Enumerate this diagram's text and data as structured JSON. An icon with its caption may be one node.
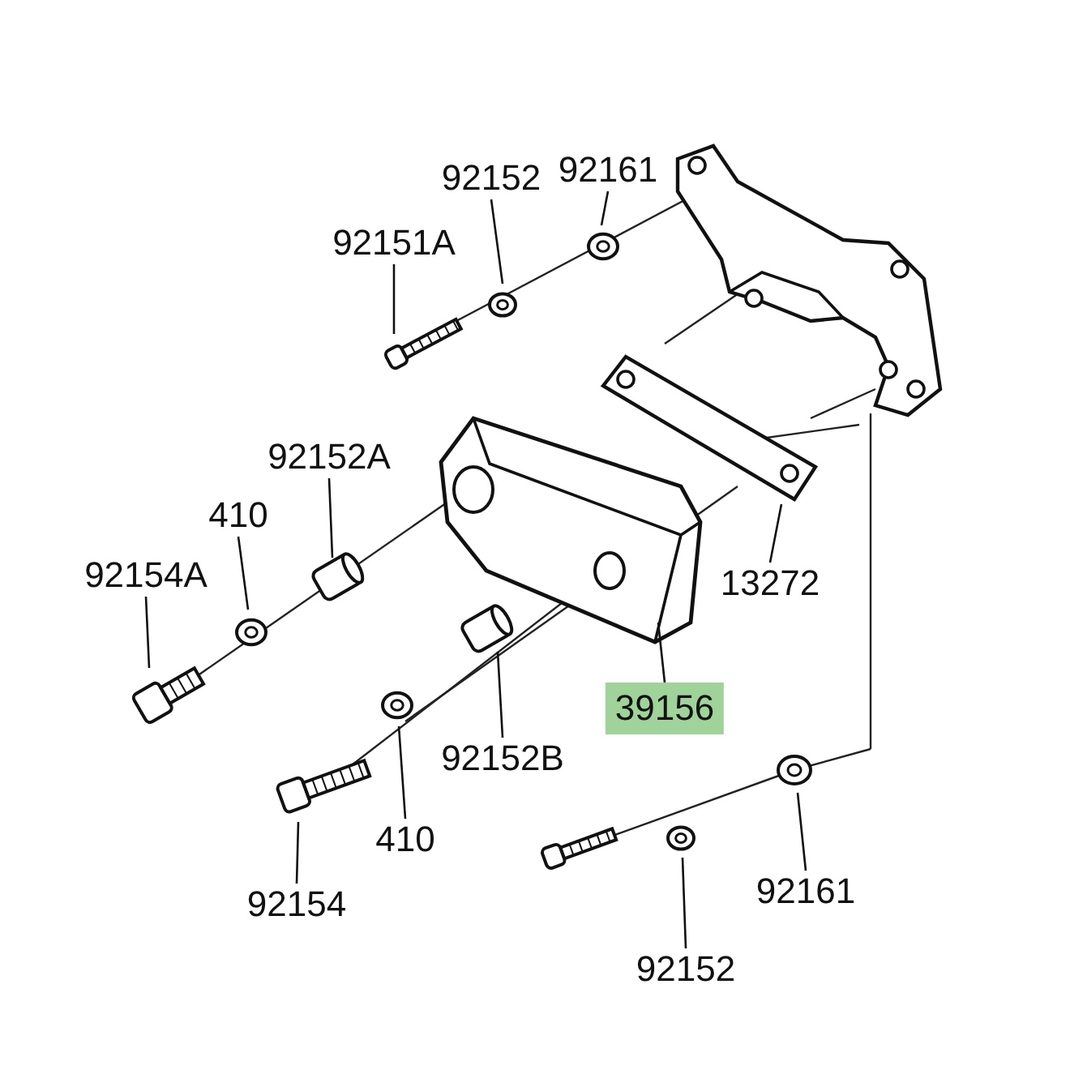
{
  "diagram": {
    "nodes": [
      {
        "text": [
          "92161"
        ]
      },
      {
        "text": [
          "92152"
        ]
      },
      {
        "text": [
          "92151A"
        ]
      },
      {
        "text": [
          "92152A"
        ]
      },
      {
        "text": [
          "410"
        ]
      },
      {
        "text": [
          "92154A"
        ]
      },
      {
        "text": [
          "13272"
        ]
      },
      {
        "text": [
          "39156"
        ]
      },
      {
        "text": [
          "92152B"
        ]
      },
      {
        "text": [
          "410"
        ]
      },
      {
        "text": [
          "92154"
        ]
      },
      {
        "text": [
          "92161"
        ]
      },
      {
        "text": [
          "92152"
        ]
      }
    ],
    "edges": [
      {
        "from": 0,
        "to": null,
        "arrow": "none"
      },
      {
        "from": 1,
        "to": null,
        "arrow": "none"
      },
      {
        "from": 2,
        "to": null,
        "arrow": "none"
      },
      {
        "from": 3,
        "to": null,
        "arrow": "none"
      },
      {
        "from": 4,
        "to": null,
        "arrow": "none"
      },
      {
        "from": 5,
        "to": null,
        "arrow": "none"
      },
      {
        "from": 6,
        "to": null,
        "arrow": "none"
      },
      {
        "from": 7,
        "to": null,
        "arrow": "none"
      },
      {
        "from": 8,
        "to": null,
        "arrow": "none"
      },
      {
        "from": 9,
        "to": null,
        "arrow": "none"
      },
      {
        "from": 10,
        "to": null,
        "arrow": "none"
      },
      {
        "from": 11,
        "to": null,
        "arrow": "none"
      },
      {
        "from": 12,
        "to": null,
        "arrow": "none"
      }
    ]
  }
}
